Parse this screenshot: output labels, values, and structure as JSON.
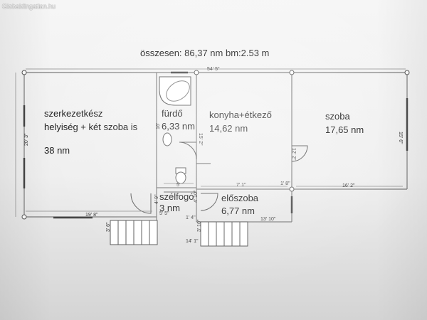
{
  "watermark": "Globaldingatlan.hu",
  "summary": "összesen: 86,37 nm  bm:2.53 m",
  "rooms": [
    {
      "name": "szerkezetkész",
      "line2": "helyiség + két szoba is",
      "line3": "38 nm"
    },
    {
      "name": "fürdő",
      "line2": "6,33 nm"
    },
    {
      "name": "konyha+étkező",
      "line2": "14,62 nm"
    },
    {
      "name": "szoba",
      "line2": "17,65 nm"
    },
    {
      "name": "szélfogó",
      "line2": "3 nm"
    },
    {
      "name": "előszoba",
      "line2": "6,77 nm"
    }
  ],
  "dimensions": {
    "top_total": "54' 5\"",
    "left_height": "20' 3\"",
    "right_height": "15' 6\"",
    "bath_height": "16'",
    "kitchen_height": "15' 2\"",
    "room_door_height": "12' 2\"",
    "bottom_left": "19' 8\"",
    "bath_width": "5'",
    "kitchen_width": "7' 1\"",
    "room_bottom": "16' 2\"",
    "room_left_small": "1' 8\"",
    "vest_height": "4' 9\"",
    "vest_width": "5' 5\"",
    "vest_right": "4' 10\"",
    "hall_left_small": "1' 4\"",
    "hall_bottom": "13' 10\"",
    "stair_left": "3' 6\"",
    "stair_right": "3' 10\"",
    "stair_bottom": "14' 1\""
  }
}
